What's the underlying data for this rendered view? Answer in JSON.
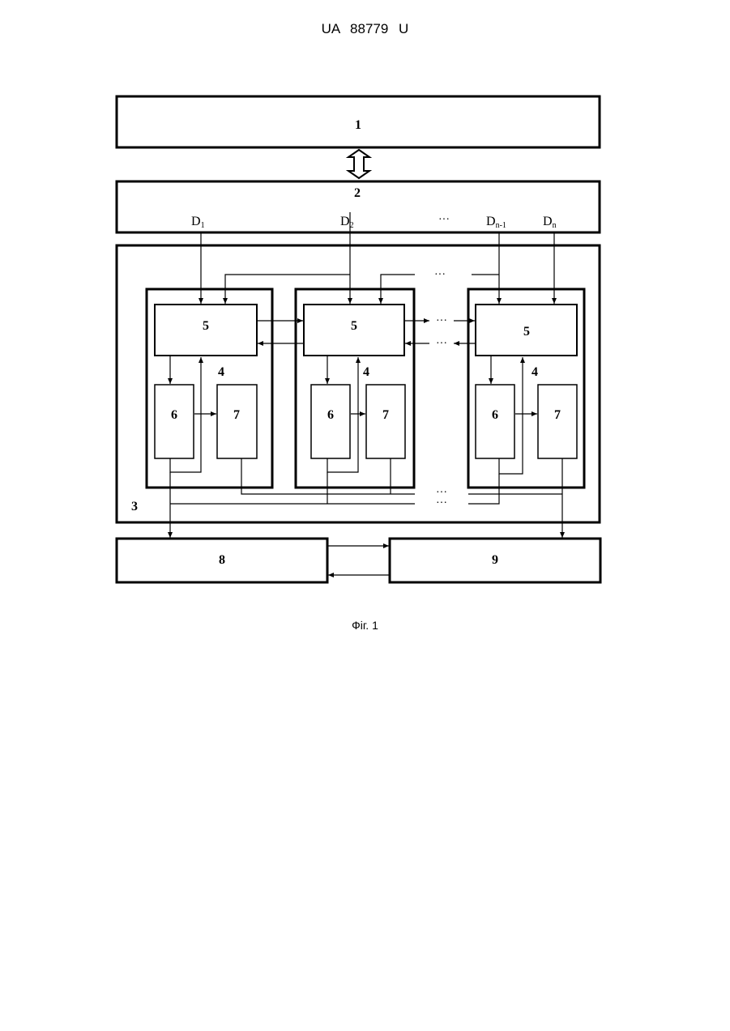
{
  "header": {
    "doc_id": "UA   88779   U"
  },
  "caption": "Фіг. 1",
  "blocks": {
    "b1": "1",
    "b2": "2",
    "b3": "3",
    "b4": "4",
    "b5": "5",
    "b6": "6",
    "b7": "7",
    "b8": "8",
    "b9": "9"
  },
  "signals": {
    "d1": "D",
    "d1_sub": "1",
    "d2": "D",
    "d2_sub": "2",
    "dn1": "D",
    "dn1_sub": "n-1",
    "dn": "D",
    "dn_sub": "n"
  },
  "ellipsis": "···"
}
